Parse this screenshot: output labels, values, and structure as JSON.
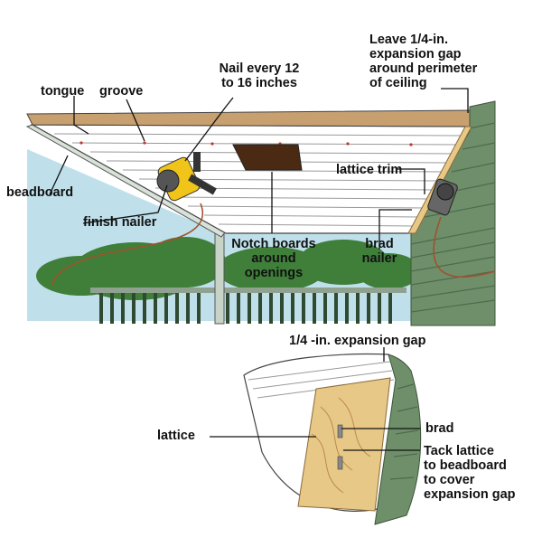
{
  "labels": {
    "tongue": "tongue",
    "groove": "groove",
    "nail_every": [
      "Nail every 12",
      "to 16 inches"
    ],
    "leave_gap": [
      "Leave 1/4-in.",
      "expansion gap",
      "around perimeter",
      "of ceiling"
    ],
    "beadboard": "beadboard",
    "finish_nailer": "finish nailer",
    "lattice_trim": "lattice trim",
    "brad_nailer": [
      "brad",
      "nailer"
    ],
    "notch_boards": [
      "Notch boards",
      "around",
      "openings"
    ],
    "expansion_gap_detail": "1/4 -in. expansion gap",
    "lattice": "lattice",
    "brad": "brad",
    "tack_lattice": [
      "Tack lattice",
      "to beadboard",
      "to cover",
      "expansion gap"
    ]
  },
  "colors": {
    "ceiling_board": "#ffffff",
    "board_line": "#9a9a9a",
    "siding": "#6f8f6a",
    "siding_shadow": "#4e6b4c",
    "sky": "#bfe0ea",
    "trees": "#3f7f3a",
    "wood": "#e8c887",
    "wood_grain": "#b98a4a",
    "cord": "#a0522d",
    "nailer_body": "#f0c419",
    "opening": "#4a2a12",
    "leader": "#111111"
  }
}
